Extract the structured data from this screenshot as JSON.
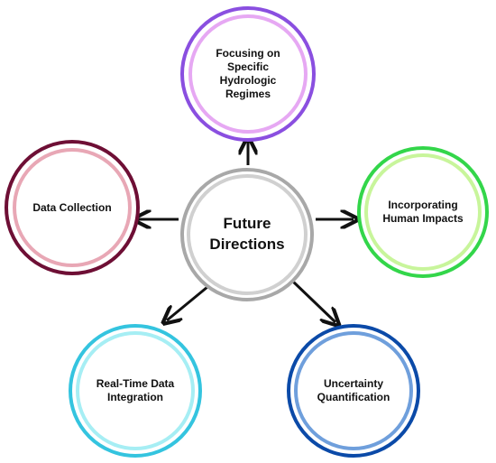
{
  "diagram": {
    "center": {
      "label": "Future\nDirections",
      "outer_color": "#a8a8a8",
      "inner_color": "#d0d0d0"
    },
    "nodes": [
      {
        "id": "hydrologic-regimes",
        "label": "Focusing on\nSpecific\nHydrologic\nRegimes",
        "outer_color": "#8a4fe0",
        "inner_color": "#e6a8f3"
      },
      {
        "id": "human-impacts",
        "label": "Incorporating\nHuman Impacts",
        "outer_color": "#33d64a",
        "inner_color": "#c8f59b"
      },
      {
        "id": "uncertainty",
        "label": "Uncertainty\nQuantification",
        "outer_color": "#0b4aa8",
        "inner_color": "#6f9fdc"
      },
      {
        "id": "real-time",
        "label": "Real-Time Data\nIntegration",
        "outer_color": "#34c4df",
        "inner_color": "#a6eef4"
      },
      {
        "id": "data-collection",
        "label": "Data Collection",
        "outer_color": "#6e0f35",
        "inner_color": "#e8a7b5"
      }
    ],
    "arrow_color": "#111111"
  }
}
